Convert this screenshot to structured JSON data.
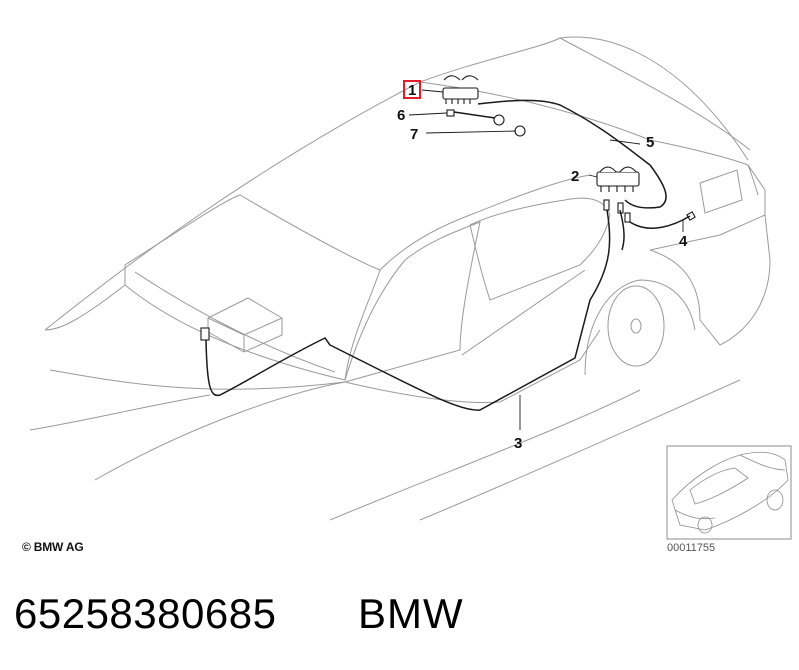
{
  "callouts": [
    {
      "id": "1",
      "label": "1"
    },
    {
      "id": "2",
      "label": "2"
    },
    {
      "id": "3",
      "label": "3"
    },
    {
      "id": "4",
      "label": "4"
    },
    {
      "id": "5",
      "label": "5"
    },
    {
      "id": "6",
      "label": "6"
    },
    {
      "id": "7",
      "label": "7"
    }
  ],
  "highlight": {
    "callout": "1",
    "color": "#e21c2a"
  },
  "copyright": "© BMW AG",
  "diagram_number": "00011755",
  "part_number": "65258380685",
  "brand": "BMW",
  "colors": {
    "line": "#9a9a9a",
    "harness": "#1a1a1a",
    "text": "#111111"
  }
}
